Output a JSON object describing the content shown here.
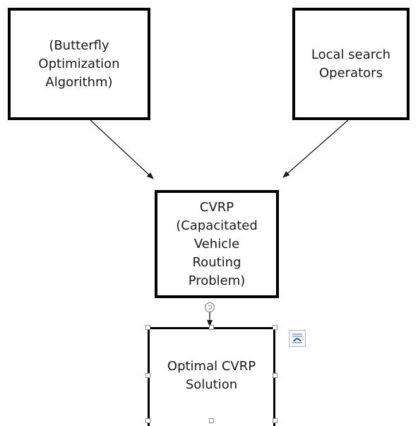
{
  "diagram": {
    "nodes": {
      "butterfly": {
        "label": "(Butterfly\nOptimization\nAlgorithm)"
      },
      "local_search": {
        "label": "Local search\nOperators"
      },
      "cvrp": {
        "label": "CVRP\n(Capacitated\nVehicle\nRouting\nProblem)"
      },
      "optimal": {
        "label": "Optimal CVRP\nSolution"
      }
    },
    "edges": [
      {
        "from": "butterfly",
        "to": "cvrp"
      },
      {
        "from": "local_search",
        "to": "cvrp"
      },
      {
        "from": "cvrp",
        "to": "optimal"
      }
    ]
  },
  "colors": {
    "box_border": "#000000",
    "arrow": "#1a1a1a",
    "handle_border": "#8a8a8a"
  },
  "icons": {
    "layout_options": "layout-options-icon",
    "rotate": "rotate-handle-icon"
  }
}
